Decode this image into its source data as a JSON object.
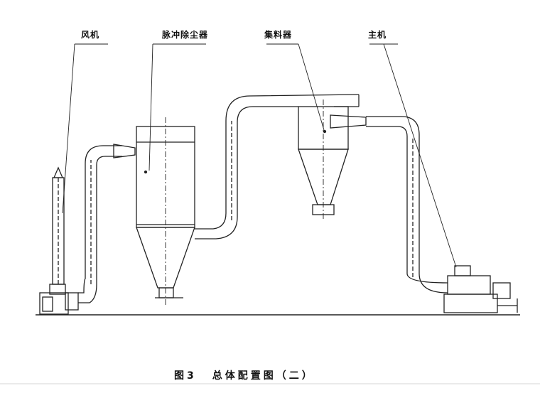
{
  "labels": {
    "fan": "风机",
    "pulse_dust_collector": "脉冲除尘器",
    "collector": "集料器",
    "main_machine": "主机"
  },
  "caption": {
    "number": "图3",
    "title": "总体配置图（二）"
  }
}
